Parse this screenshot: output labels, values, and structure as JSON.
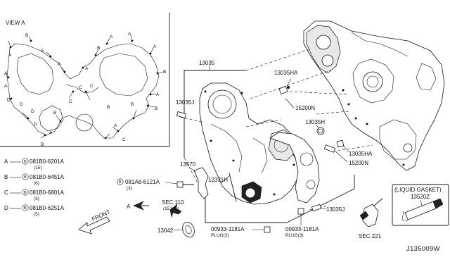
{
  "view_label": "VIEW A",
  "view_letters": [
    "A",
    "B",
    "C",
    "D"
  ],
  "bolt_legend": [
    {
      "key": "A",
      "part": "081B0-6201A",
      "qty": "(15)"
    },
    {
      "key": "B",
      "part": "081B0-6451A",
      "qty": "(6)"
    },
    {
      "key": "C",
      "part": "081B0-6801A",
      "qty": "(3)"
    },
    {
      "key": "D",
      "part": "081B0-6251A",
      "qty": "(5)"
    }
  ],
  "bolt_symbol": "B",
  "parts": {
    "p13035": "13035",
    "p13035HA_top": "13035HA",
    "p15200N_top": "15200N",
    "p13035J_left": "13035J",
    "p13035H": "13035H",
    "p13035HA_mid": "13035HA",
    "p15200N_mid": "15200N",
    "p13570": "13570",
    "p081A8": "081A8-6121A",
    "p081A8_qty": "(3)",
    "p12331H": "12331H",
    "p13035J_right": "13035J",
    "p13042": "13042",
    "plug_left_part": "00933-1181A",
    "plug_left_note": "PLUG(3)",
    "plug_right_part": "00933-1181A",
    "plug_right_note": "PLUG(3)",
    "sec110": "SEC.110",
    "sec110_sub": "(15146)",
    "sec221": "SEC.221",
    "arrow_a": "A",
    "front": "FRONT"
  },
  "gasket_box": {
    "title": "(LIQUID GASKET)",
    "part": "13520Z"
  },
  "diagram_id": "J135009W"
}
